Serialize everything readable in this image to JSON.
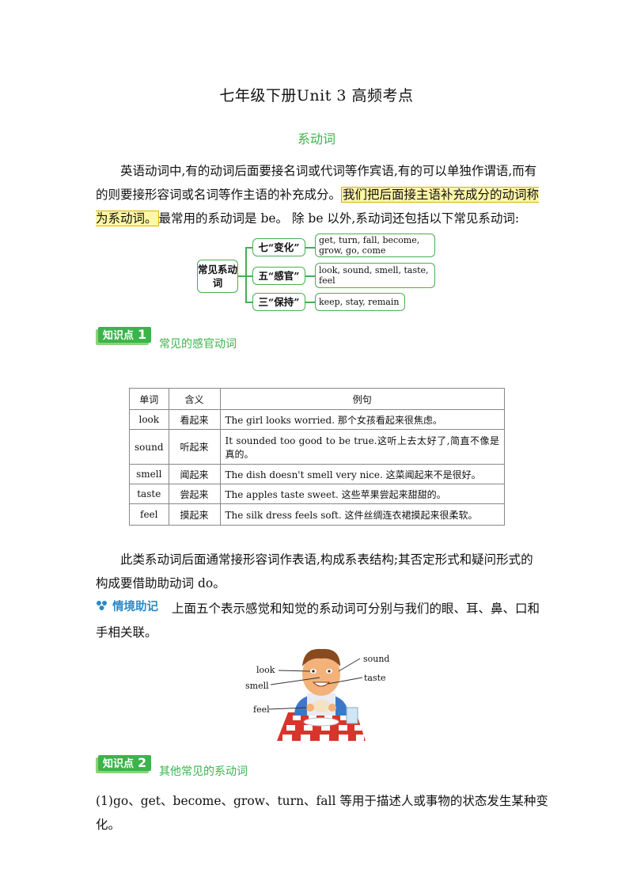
{
  "title": "七年级下册Unit 3  高频考点",
  "subtitle": "系动词",
  "intro": {
    "line1": "英语动词中,有的动词后面要接名词或代词等作宾语,有的可以单独作谓语,而有的则要",
    "line2_pre": "接形容词或名词等作主语的补充成分。",
    "line2_highlight": "我们把后面接主语补充成分的动词称为系动词。",
    "line2_post": "最",
    "line3": "常用的系动词是 be。  除 be 以外,系动词还包括以下常见系动词:"
  },
  "concept_map": {
    "root": "常见系动词",
    "branches": [
      {
        "category": "七“变化”",
        "examples": "get, turn, fall, become, grow, go, come"
      },
      {
        "category": "五“感官”",
        "examples": "look, sound, smell, taste, feel"
      },
      {
        "category": "三“保持”",
        "examples": "keep, stay, remain"
      }
    ]
  },
  "point1": {
    "badge": "知识点",
    "number": "1",
    "title": "常见的感官动词"
  },
  "table": {
    "headers": [
      "单词",
      "含义",
      "例句"
    ],
    "rows": [
      [
        "look",
        "看起来",
        "The  girl  looks  worried.  那个女孩看起来很焦虑。"
      ],
      [
        "sound",
        "听起来",
        "It  sounded  too  good  to  be  true.这听上去太好了,简直不像是真的。"
      ],
      [
        "smell",
        "闻起来",
        "The  dish  doesn't  smell  very  nice.  这菜闻起来不是很好。"
      ],
      [
        "taste",
        "尝起来",
        "The  apples  taste  sweet.  这些苹果尝起来甜甜的。"
      ],
      [
        "feel",
        "摸起来",
        "The  silk  dress  feels  soft.  这件丝绸连衣裙摸起来很柔软。"
      ]
    ]
  },
  "after_table": {
    "line1": "此类系动词后面通常接形容词作表语,构成系表结构;其否定形式和疑问形式的构成要借",
    "line2": "助助动词 do。"
  },
  "memory_tip": {
    "label": "情境助记",
    "line1": "上面五个表示感觉和知觉的系动词可分别与我们的眼、耳、鼻、口和手相",
    "line2": "关联。"
  },
  "illustration_labels": {
    "look": "look",
    "smell": "smell",
    "feel": "feel",
    "sound": "sound",
    "taste": "taste"
  },
  "point2": {
    "badge": "知识点",
    "number": "2",
    "title": "其他常见的系动词"
  },
  "point2_text": "(1)go、get、become、grow、turn、fall 等用于描述人或事物的状态发生某种变化。",
  "colors": {
    "accent_green": "#3bb44a",
    "highlight_yellow": "#fdf7a6",
    "tip_blue": "#2b89c7"
  }
}
